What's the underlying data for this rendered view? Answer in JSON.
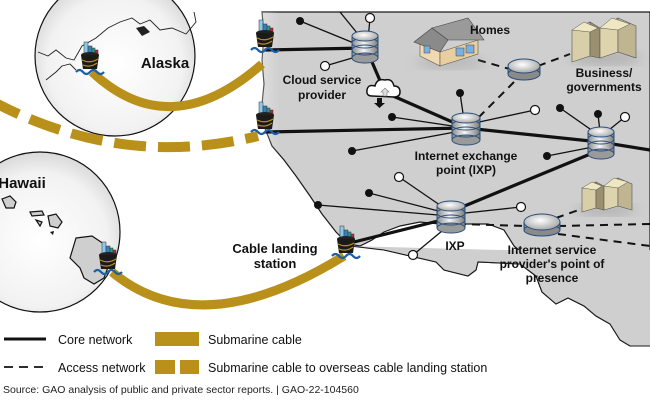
{
  "labels": {
    "alaska": "Alaska",
    "hawaii": "Hawaii",
    "cloud_provider_line1": "Cloud service",
    "cloud_provider_line2": "provider",
    "homes": "Homes",
    "business_line1": "Business/",
    "business_line2": "governments",
    "ixp_main_line1": "Internet exchange",
    "ixp_main_line2": "point (IXP)",
    "ixp_south": "IXP",
    "cable_landing_line1": "Cable landing",
    "cable_landing_line2": "station",
    "isp_pop_line1": "Internet service",
    "isp_pop_line2": "provider's point of",
    "isp_pop_line3": "presence"
  },
  "legend": {
    "core_network": "Core network",
    "access_network": "Access network",
    "submarine_cable": "Submarine cable",
    "submarine_overseas": "Submarine cable to overseas cable landing station"
  },
  "footer": {
    "source": "Source: GAO analysis of public and private sector reports.  |  GAO-22-104560"
  },
  "colors": {
    "cable": "#b8901a",
    "land": "#cfcfcf",
    "line": "#111111",
    "water_wave": "#1f5fa8"
  }
}
